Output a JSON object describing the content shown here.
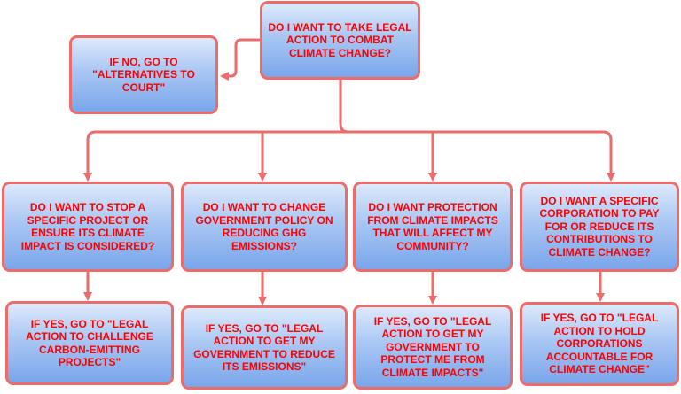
{
  "colors": {
    "border": "#ec6b6b",
    "text": "#ff0000",
    "fill_top": "#dde9fb",
    "fill_bottom": "#7aa6ea"
  },
  "root": "DO I WANT TO TAKE LEGAL ACTION TO COMBAT CLIMATE CHANGE?",
  "no_branch": "IF NO, GO TO \"ALTERNATIVES TO COURT\"",
  "questions": [
    "DO I WANT TO STOP A SPECIFIC PROJECT OR ENSURE ITS CLIMATE IMPACT IS CONSIDERED?",
    "DO I WANT TO CHANGE GOVERNMENT POLICY ON REDUCING GHG EMISSIONS?",
    "DO I WANT PROTECTION FROM CLIMATE IMPACTS THAT WILL AFFECT MY COMMUNITY?",
    "DO I WANT A SPECIFIC CORPORATION TO PAY FOR OR REDUCE ITS CONTRIBUTIONS TO CLIMATE CHANGE?"
  ],
  "answers": [
    "IF YES, GO TO \"LEGAL ACTION TO CHALLENGE CARBON-EMITTING PROJECTS\"",
    "IF YES, GO TO \"LEGAL ACTION TO GET MY GOVERNMENT TO REDUCE ITS EMISSIONS\"",
    "IF YES, GO TO \"LEGAL ACTION TO GET MY GOVERNMENT TO PROTECT ME FROM CLIMATE IMPACTS\"",
    "IF YES, GO TO \"LEGAL ACTION TO HOLD CORPORATIONS ACCOUNTABLE FOR CLIMATE CHANGE\""
  ]
}
